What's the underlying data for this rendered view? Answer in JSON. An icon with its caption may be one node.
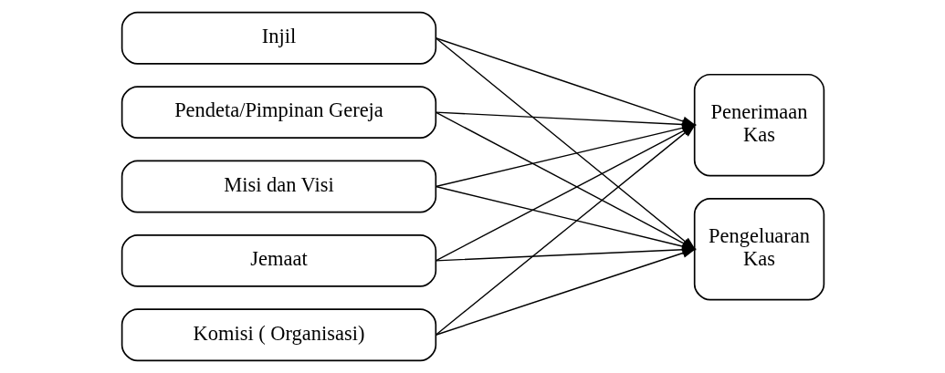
{
  "diagram": {
    "nodes": [
      {
        "text": [
          "Injil"
        ]
      },
      {
        "text": [
          "Pendeta/Pimpinan Gereja"
        ]
      },
      {
        "text": [
          "Misi dan Visi"
        ]
      },
      {
        "text": [
          "Jemaat"
        ]
      },
      {
        "text": [
          "Komisi ( Organisasi)"
        ]
      },
      {
        "text": [
          "Penerimaan Kas"
        ]
      },
      {
        "text": [
          "Pengeluaran Kas"
        ]
      }
    ],
    "edges": [
      {
        "from": 0,
        "to": 5,
        "arrow": "to"
      },
      {
        "from": 0,
        "to": 6,
        "arrow": "to"
      },
      {
        "from": 1,
        "to": 5,
        "arrow": "to"
      },
      {
        "from": 1,
        "to": 6,
        "arrow": "to"
      },
      {
        "from": 2,
        "to": 5,
        "arrow": "to"
      },
      {
        "from": 2,
        "to": 6,
        "arrow": "to"
      },
      {
        "from": 3,
        "to": 5,
        "arrow": "to"
      },
      {
        "from": 3,
        "to": 6,
        "arrow": "to"
      },
      {
        "from": 4,
        "to": 5,
        "arrow": "to"
      },
      {
        "from": 4,
        "to": 6,
        "arrow": "to"
      }
    ]
  }
}
